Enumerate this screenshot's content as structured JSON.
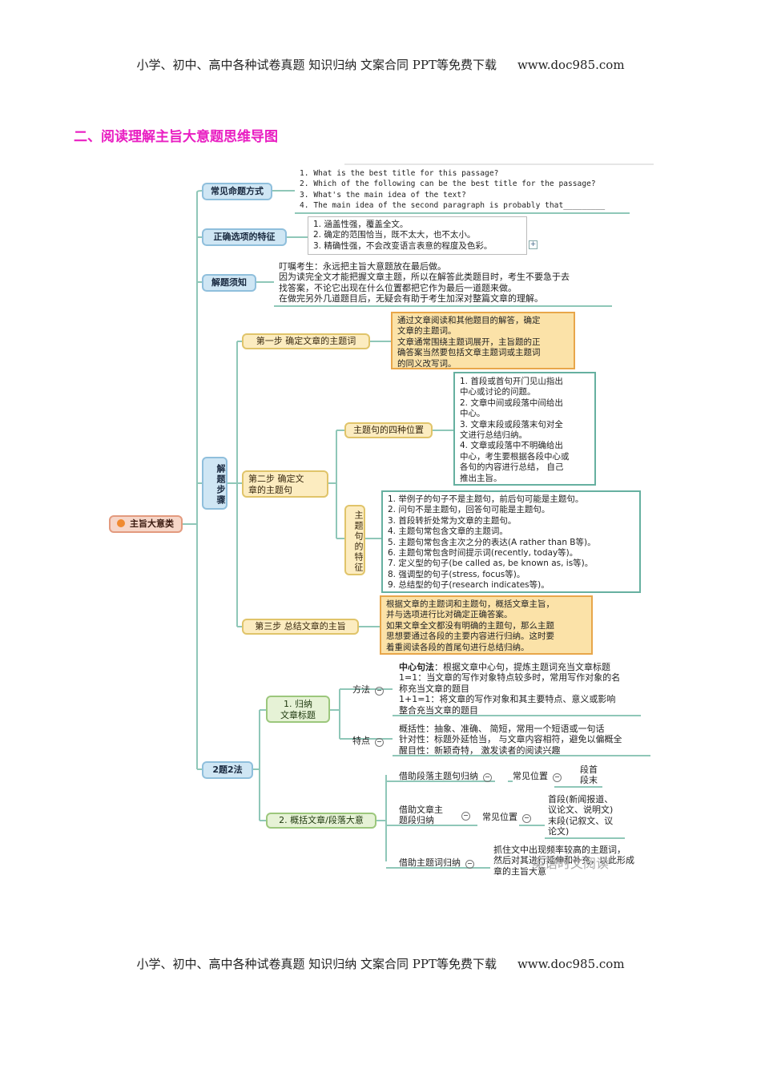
{
  "header": {
    "text": "小学、初中、高中各种试卷真题  知识归纳  文案合同  PPT等免费下载",
    "url": "www.doc985.com"
  },
  "footer": {
    "text": "小学、初中、高中各种试卷真题  知识归纳  文案合同  PPT等免费下载",
    "url": "www.doc985.com"
  },
  "section_title": "二、阅读理解主旨大意题思维导图",
  "mindmap": {
    "root": "主旨大意类",
    "b1": {
      "label": "常见命题方式",
      "lines": [
        "1. What is the best title for this passage?",
        "2. Which of the following can be the best title for the passage?",
        "3. What's the main idea of the text?",
        "4. The main idea of the second paragraph is probably that_________"
      ]
    },
    "b2": {
      "label": "正确选项的特征",
      "lines": [
        "1. 涵盖性强，覆盖全文。",
        "2. 确定的范围恰当，既不太大，也不太小。",
        "3. 精确性强，不会改变语言表意的程度及色彩。"
      ]
    },
    "b3": {
      "label": "解题须知",
      "lines": [
        "叮嘱考生：永远把主旨大意题放在最后做。",
        "因为读完全文才能把握文章主题，所以在解答此类题目时，考生不要急于去",
        "找答案，不论它出现在什么位置都把它作为最后一道题来做。",
        "在做完另外几道题目后，无疑会有助于考生加深对整篇文章的理解。"
      ]
    },
    "b4": {
      "label": "解题步骤",
      "step1": {
        "label": "第一步   确定文章的主题词",
        "lines": [
          "通过文章阅读和其他题目的解答，确定",
          "文章的主题词。",
          "文章通常围绕主题词展开，主旨题的正",
          "确答案当然要包括文章主题词或主题词",
          "的同义改写词。"
        ]
      },
      "step2": {
        "label1": "第二步   确定文",
        "label2": "章的主题句",
        "pos": {
          "label": "主题句的四种位置",
          "lines": [
            "1. 首段或首句开门见山指出",
            "中心或讨论的问题。",
            "2. 文章中间或段落中间给出",
            "中心。",
            "3. 文章末段或段落末句对全",
            "文进行总结归纳。",
            "4. 文章或段落中不明确给出",
            "中心，考生要根据各段中心或",
            "各句的内容进行总结，  自己",
            "推出主旨。"
          ]
        },
        "feat": {
          "label": "主题句的特征",
          "lines": [
            "1. 举例子的句子不是主题句，前后句可能是主题句。",
            "2. 问句不是主题句，回答句可能是主题句。",
            "3. 首段转折处常为文章的主题句。",
            "4. 主题句常包含文章的主题词。",
            "5. 主题句常包含主次之分的表达(A rather than B等)。",
            "6. 主题句常包含时间提示词(recently, today等)。",
            "7. 定义型的句子(be called as, be known as,  is等)。",
            "8. 强调型的句子(stress,   focus等)。",
            "9. 总结型的句子(research indicates等)。"
          ]
        }
      },
      "step3": {
        "label": "第三步   总结文章的主旨",
        "lines": [
          "根据文章的主题词和主题句，概括文章主旨，",
          "并与选项进行比对确定正确答案。",
          "如果文章全文都没有明确的主题句，那么主题",
          "思想要通过各段的主要内容进行归纳。这时要",
          "着重阅读各段的首尾句进行总结归纳。"
        ]
      }
    },
    "b5": {
      "label": "2题2法",
      "m1": {
        "label1": "1. 归纳",
        "label2": "文章标题",
        "method": {
          "label": "方法",
          "l1_bold": "中心句法",
          "l1_rest": "：根据文章中心句，提炼主题词充当文章标题",
          "lines": [
            "1=1：当文章的写作对象特点较多时，常用写作对象的名",
            "称充当文章的题目",
            "1+1=1：将文章的写作对象和其主要特点、意义或影响",
            "整合充当文章的题目"
          ]
        },
        "trait": {
          "label": "特点",
          "lines": [
            "概括性：抽象、准确、  简短，常用一个短语或一句话",
            "针对性：标题外延恰当，  与文章内容相符，避免以偏概全",
            "醒目性：新颖奇特，  激发读者的阅读兴趣"
          ]
        }
      },
      "m2": {
        "label": "2. 概括文章/段落大意",
        "r1": {
          "label": "借助段落主题句归纳",
          "pos": "常见位置",
          "vals": [
            "段首",
            "段末"
          ]
        },
        "r2": {
          "label1": "借助文章主",
          "label2": "题段归纳",
          "pos": "常见位置",
          "vals": [
            "首段(新闻报道、",
            "议论文、说明文)",
            "末段(记叙文、议",
            "论文)"
          ]
        },
        "r3": {
          "label": "借助主题词归纳",
          "vals": [
            "抓住文中出现频率较高的主题词，",
            "然后对其进行延伸和补充，以此形成",
            "章的主旨大意"
          ]
        }
      }
    }
  },
  "watermark": "英语时文阅读"
}
